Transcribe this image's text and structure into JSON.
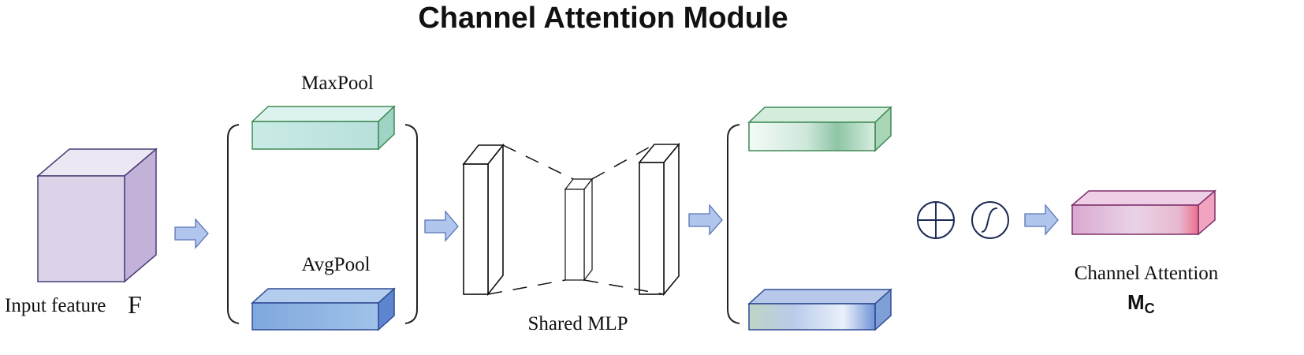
{
  "diagram": {
    "title": "Channel Attention Module",
    "labels": {
      "input_feature": "Input feature",
      "input_symbol": "F",
      "maxpool": "MaxPool",
      "avgpool": "AvgPool",
      "shared_mlp": "Shared MLP",
      "output_label": "Channel Attention",
      "output_symbol": "M",
      "output_subscript": "C"
    },
    "operators": [
      "element-wise-sum-icon",
      "sigmoid-icon"
    ],
    "colors": {
      "input_block": "#dcd3e9",
      "maxpool_block": "#c6e8e2",
      "avgpool_block": "#8fb6e4",
      "mlp_block": "#ffffff",
      "output_block": "#e5b6d7",
      "arrow_fill": "#b0c6ec",
      "arrow_stroke": "#5b73b8"
    }
  }
}
